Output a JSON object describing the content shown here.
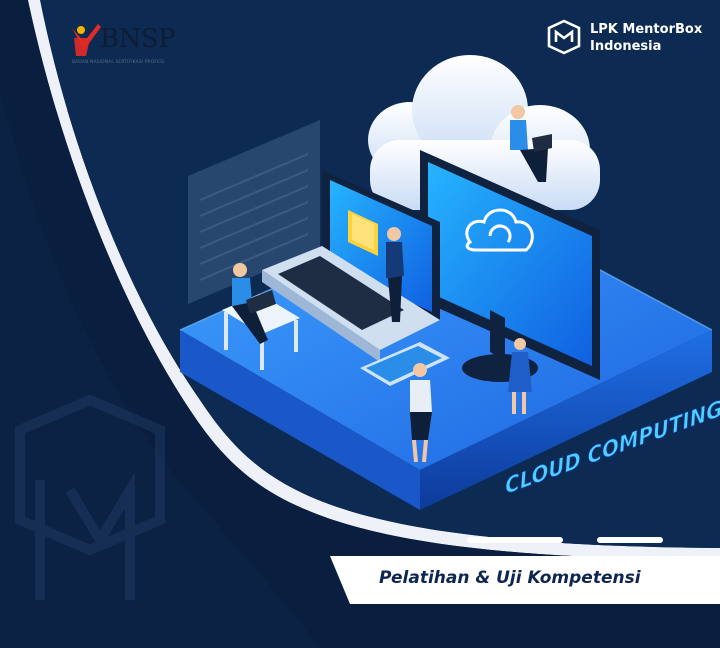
{
  "logos": {
    "bnsp": {
      "name": "BNSP",
      "subtitle": "BADAN NASIONAL SERTIFIKASI PROFESI"
    },
    "lpk": {
      "line1": "LPK MentorBox",
      "line2": "Indonesia"
    }
  },
  "artwork": {
    "title": "CLOUD COMPUTING"
  },
  "banner": {
    "tagline": "Pelatihan & Uji Kompetensi"
  },
  "colors": {
    "navy": "#0d2547",
    "white_panel": "#ffffff",
    "accent_blue": "#2f8dff",
    "text_dark": "#0f2650"
  }
}
